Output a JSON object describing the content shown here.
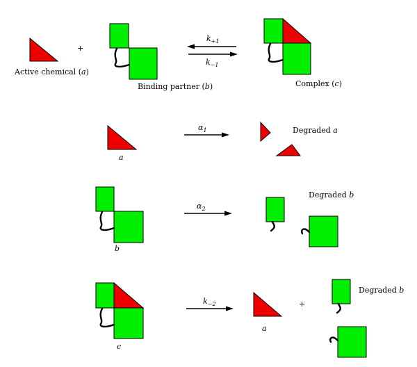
{
  "reaction1": {
    "active_label": "Active chemical",
    "active_symbol": "a",
    "plus": "+",
    "partner_label": "Binding partner",
    "partner_symbol": "b",
    "forward_rate": {
      "base": "k",
      "sub": "+1"
    },
    "reverse_rate": {
      "base": "k",
      "sub": "−1"
    },
    "complex_label": "Complex",
    "complex_symbol": "c"
  },
  "reaction2": {
    "reactant_symbol": "a",
    "rate": {
      "base": "α",
      "sub": "1"
    },
    "product_label": "Degraded",
    "product_symbol": "a"
  },
  "reaction3": {
    "reactant_symbol": "b",
    "rate": {
      "base": "α",
      "sub": "2"
    },
    "product_label": "Degraded",
    "product_symbol": "b"
  },
  "reaction4": {
    "reactant_symbol": "c",
    "rate": {
      "base": "k",
      "sub": "−2"
    },
    "product_a_symbol": "a",
    "plus": "+",
    "product_label": "Degraded",
    "product_symbol": "b"
  },
  "colors": {
    "chemical": "#ee0000",
    "partner": "#00ee00",
    "outline": "#000000"
  }
}
